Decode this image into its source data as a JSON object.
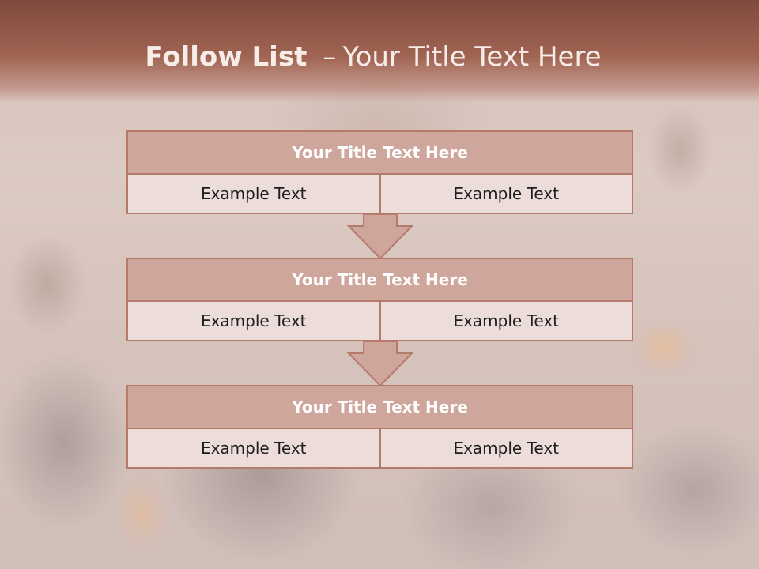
{
  "header": {
    "title_bold": "Follow List",
    "title_separator": "–",
    "title_rest": "Your Title Text Here"
  },
  "blocks": [
    {
      "title": "Your Title Text Here",
      "left": "Example Text",
      "right": "Example Text"
    },
    {
      "title": "Your Title Text Here",
      "left": "Example Text",
      "right": "Example Text"
    },
    {
      "title": "Your Title Text Here",
      "left": "Example Text",
      "right": "Example Text"
    }
  ],
  "colors": {
    "header": "#8f5545",
    "block_title_fill": "#cea69b",
    "block_border": "#b47a6a",
    "cell_fill": "#ecdcda",
    "arrow_fill": "#cea69b"
  }
}
